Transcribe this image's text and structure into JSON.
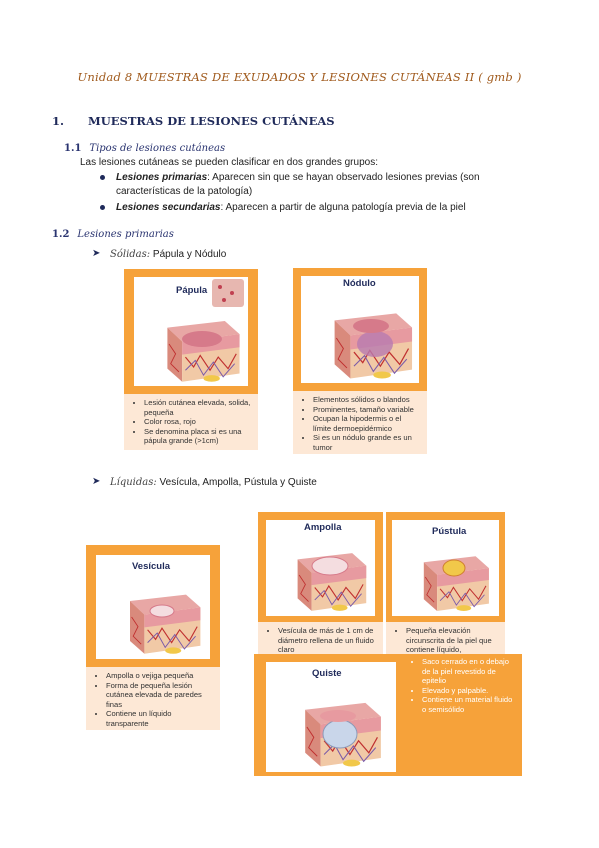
{
  "header": {
    "unit_title": "Unidad 8 MUESTRAS DE EXUDADOS Y LESIONES CUTÁNEAS II ( gmb )"
  },
  "section1": {
    "number": "1.",
    "title": "MUESTRAS DE LESIONES CUTÁNEAS"
  },
  "section1_1": {
    "number": "1.1",
    "title": "Tipos de lesiones cutáneas",
    "intro": "Las lesiones cutáneas se pueden clasificar en dos grandes grupos:",
    "bullets": [
      {
        "term": "Lesiones primarias",
        "text": ": Aparecen sin que se hayan observado lesiones previas (son",
        "cont": "características de la patología)"
      },
      {
        "term": "Lesiones secundarias",
        "text": ": Aparecen a partir de alguna patología previa de la piel"
      }
    ]
  },
  "section1_2": {
    "number": "1.2",
    "title": "Lesiones primarias",
    "solid_label": "Sólidas:",
    "solid_text": "Pápula y Nódulo",
    "liquid_label": "Líquidas:",
    "liquid_text": "Vesícula, Ampolla, Pústula y Quiste"
  },
  "cards": {
    "papula": {
      "title": "Pápula",
      "items": [
        "Lesión cutánea elevada, solida, pequeña",
        "Color rosa, rojo",
        "Se denomina placa si es una pápula grande (>1cm)"
      ]
    },
    "nodulo": {
      "title": "Nódulo",
      "items": [
        "Elementos sólidos o blandos",
        "Prominentes, tamaño variable",
        "Ocupan la hipodermis o el límite dermoepidérmico",
        "Si es un nódulo grande es un tumor"
      ]
    },
    "vesicula": {
      "title": "Vesícula",
      "items": [
        "Ampolla o vejiga pequeña",
        "Forma de pequeña lesión cutánea elevada de paredes finas",
        "Contiene un líquido transparente"
      ]
    },
    "ampolla": {
      "title": "Ampolla",
      "items": [
        "Vesícula de más de 1 cm de diámetro rellena de un fluido claro"
      ]
    },
    "pustula": {
      "title": "Pústula",
      "items": [
        "Pequeña elevación circunscrita de la piel que contiene líquido, habitualmente purulento"
      ]
    },
    "quiste": {
      "title": "Quiste",
      "items": [
        "Saco cerrado en o debajo de la piel revestido de epitelio",
        "Elevado y palpable.",
        "Contiene un material fluido o semisólido"
      ]
    }
  },
  "colors": {
    "orange": "#f6a23a",
    "peach": "#fde8d6",
    "navy": "#1f2a5a",
    "brown_title": "#a05a1c"
  }
}
